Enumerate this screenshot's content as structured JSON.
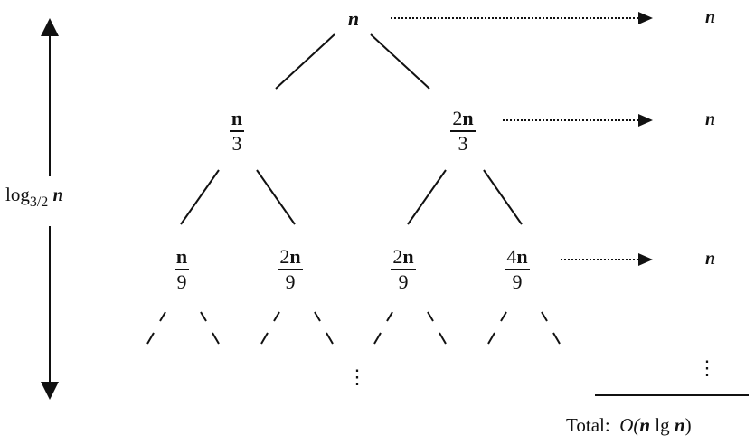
{
  "levels": {
    "label_prefix": "log",
    "label_base": "3/2",
    "label_var": "n"
  },
  "tree": {
    "root": "n",
    "level1": [
      {
        "num_coef": "",
        "num_var": "n",
        "den": "3"
      },
      {
        "num_coef": "2",
        "num_var": "n",
        "den": "3"
      }
    ],
    "level2": [
      {
        "num_coef": "",
        "num_var": "n",
        "den": "9"
      },
      {
        "num_coef": "2",
        "num_var": "n",
        "den": "9"
      },
      {
        "num_coef": "2",
        "num_var": "n",
        "den": "9"
      },
      {
        "num_coef": "4",
        "num_var": "n",
        "den": "9"
      }
    ],
    "vdots": "⋮"
  },
  "costs": {
    "row1": "n",
    "row2": "n",
    "row3": "n",
    "vdots": "⋮"
  },
  "total": {
    "label": "Total:",
    "expr_prefix": "O(",
    "expr_var": "n",
    "expr_mid": " lg ",
    "expr_var2": "n",
    "expr_suffix": ")"
  }
}
